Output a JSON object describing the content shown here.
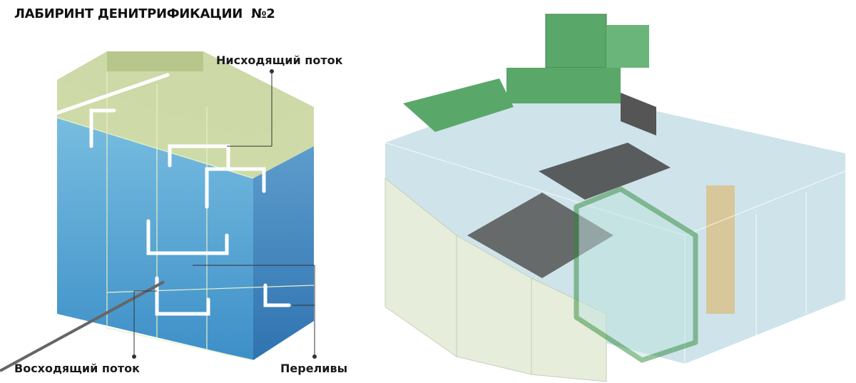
{
  "title": "ЛАБИРИНТ ДЕНИТРИФИКАЦИИ  №2",
  "labels": {
    "downflow": "Нисходящий поток",
    "upflow": "Восходящий поток",
    "overflows": "Переливы"
  },
  "colors": {
    "water": "#5fa9d6",
    "water_dark": "#3c86bd",
    "top_rim": "#c9d6a4",
    "equipment_green": "#4e9e5e",
    "highlight_outline": "#2f8a3a",
    "arrow": "#ffffff"
  }
}
